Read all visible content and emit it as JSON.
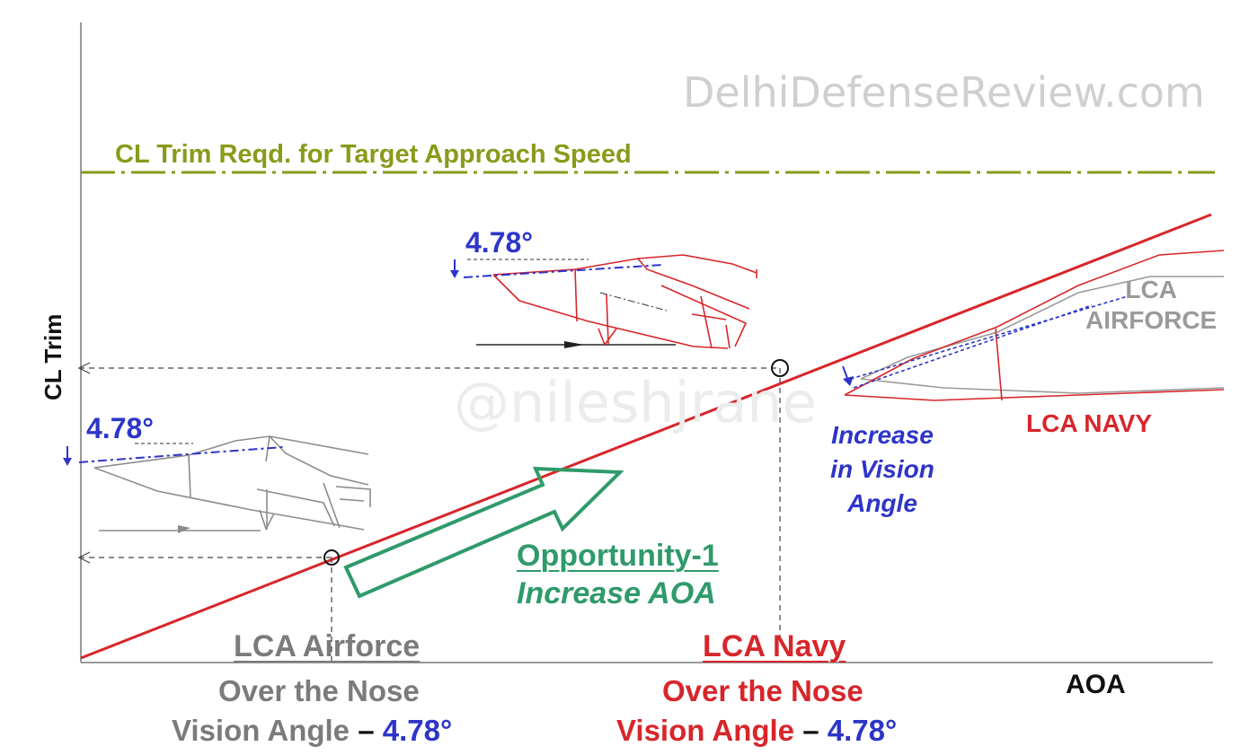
{
  "watermark": {
    "site": "DelhiDefenseReview.com",
    "handle": "@nileshjrane"
  },
  "axes": {
    "y_label": "CL Trim",
    "x_label": "AOA"
  },
  "target_line": {
    "label": "CL Trim Reqd. for Target Approach Speed"
  },
  "angles": {
    "left_value": "4.78°",
    "top_value": "4.78°"
  },
  "aircraft_labels": {
    "airforce": "LCA\nAIRFORCE",
    "navy": "LCA NAVY"
  },
  "vision_note": "Increase\nin Vision\nAngle",
  "opportunity": {
    "title": "Opportunity-1",
    "subtitle": "Increase AOA"
  },
  "bottom_left": {
    "heading": "LCA Airforce",
    "line1": "Over the Nose",
    "line2_prefix": "Vision Angle",
    "line2_dash": "–",
    "line2_value": "4.78°"
  },
  "bottom_right": {
    "heading": "LCA Navy",
    "line1": "Over the Nose",
    "line2_prefix": "Vision Angle",
    "line2_dash": "–",
    "line2_value": "4.78°"
  },
  "colors": {
    "olive": "#8a9a1a",
    "red": "#d7262b",
    "blue": "#2d35c8",
    "green": "#2f9a6a",
    "gray": "#7b7b7b",
    "dark": "#111111"
  }
}
